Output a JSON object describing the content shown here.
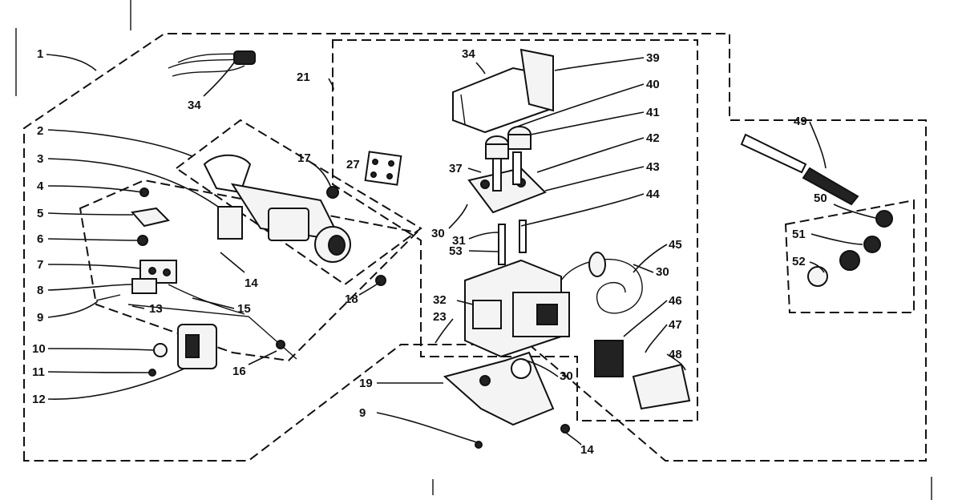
{
  "callouts": {
    "c1": "1",
    "c2": "2",
    "c3": "3",
    "c4": "4",
    "c5": "5",
    "c6": "6",
    "c7": "7",
    "c8": "8",
    "c9a": "9",
    "c9b": "9",
    "c10": "10",
    "c11": "11",
    "c12": "12",
    "c13": "13",
    "c14a": "14",
    "c14b": "14",
    "c15": "15",
    "c16": "16",
    "c17": "17",
    "c18": "18",
    "c19": "19",
    "c21": "21",
    "c23": "23",
    "c27": "27",
    "c30a": "30",
    "c30b": "30",
    "c30c": "30",
    "c31": "31",
    "c32": "32",
    "c34a": "34",
    "c34b": "34",
    "c37": "37",
    "c39": "39",
    "c40": "40",
    "c41": "41",
    "c42": "42",
    "c43": "43",
    "c44": "44",
    "c45": "45",
    "c46": "46",
    "c47": "47",
    "c48": "48",
    "c49": "49",
    "c50": "50",
    "c51": "51",
    "c52": "52",
    "c53": "53"
  }
}
